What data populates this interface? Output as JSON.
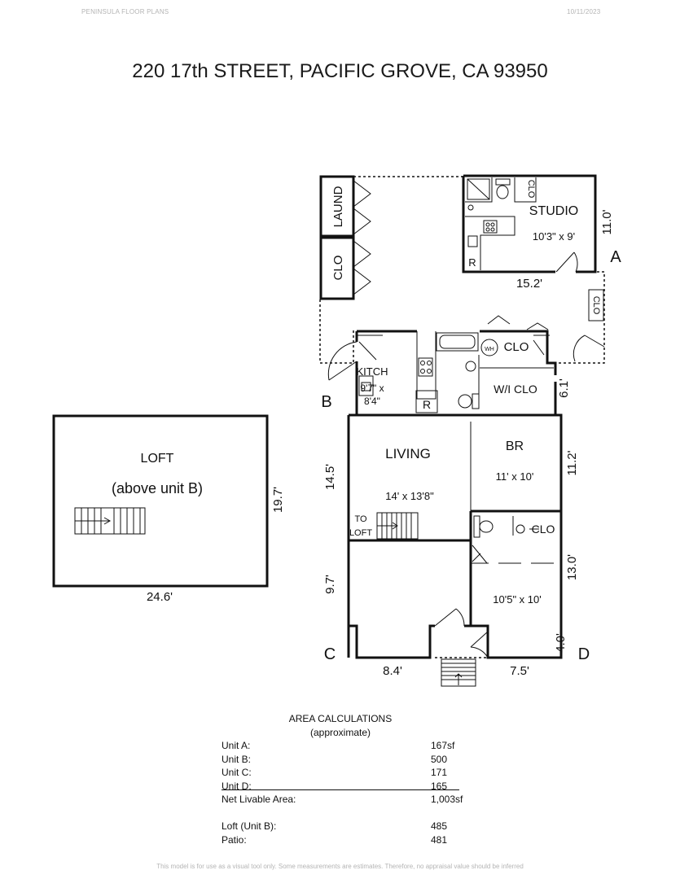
{
  "header": {
    "company": "PENINSULA FLOOR PLANS",
    "date": "10/11/2023"
  },
  "title": "220 17th STREET, PACIFIC GROVE, CA 93950",
  "plan": {
    "units": {
      "a": "A",
      "b": "B",
      "c": "C",
      "d": "D"
    },
    "rooms": {
      "laund": "LAUND",
      "clo_left": "CLO",
      "studio": "STUDIO",
      "studio_dims": "10'3\" x 9'",
      "studio_clo": "CLO",
      "studio_r": "R",
      "ext_clo": "CLO",
      "clo_wh": "CLO",
      "wh": "WH",
      "kitch": "KITCH",
      "kitch_dims_1": "9'7\" x",
      "kitch_dims_2": "8'4\"",
      "kitch_r": "R",
      "wi_clo": "W/I CLO",
      "living": "LIVING",
      "living_dims": "14' x 13'8\"",
      "to": "TO",
      "loft_word": "LOFT",
      "br": "BR",
      "br_dims": "11' x 10'",
      "clo_bath": "CLO",
      "d_dims": "10'5\" x 10'"
    },
    "dims": {
      "studio_h": "11.0'",
      "studio_w": "15.2'",
      "b_h": "6.1'",
      "br_h": "11.2'",
      "living_h": "14.5'",
      "d_h1": "13.0'",
      "d_h2": "4.0'",
      "c_h": "9.7'",
      "c_w": "8.4'",
      "d_w": "7.5'"
    },
    "loft": {
      "title": "LOFT",
      "subtitle": "(above unit B)",
      "width": "24.6'",
      "height": "19.7'"
    }
  },
  "area": {
    "title": "AREA CALCULATIONS",
    "subtitle": "(approximate)",
    "rows": [
      {
        "label": "Unit A:",
        "value": "167sf"
      },
      {
        "label": "Unit B:",
        "value": "500"
      },
      {
        "label": "Unit C:",
        "value": "171"
      },
      {
        "label": "Unit D:",
        "value": "165"
      },
      {
        "label": "Net Livable Area:",
        "value": "1,003sf"
      },
      {
        "label": "Loft (Unit B):",
        "value": "485"
      },
      {
        "label": "Patio:",
        "value": "481"
      }
    ]
  },
  "footer": "This model is for use as a visual tool only. Some measurements are estimates. Therefore, no appraisal value should be inferred"
}
